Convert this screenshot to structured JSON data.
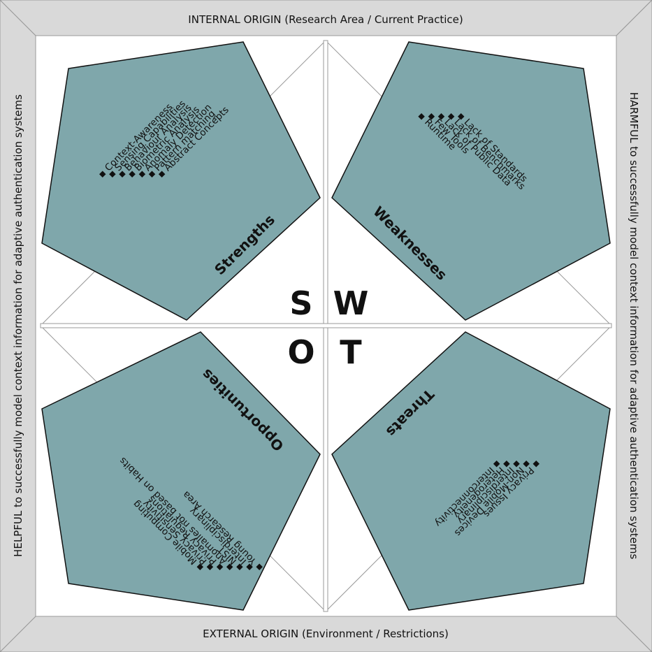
{
  "frame": {
    "top": "INTERNAL ORIGIN (Research Area / Current Practice)",
    "bottom": "EXTERNAL ORIGIN (Environment / Restrictions)",
    "left": "HELPFUL to successfully model context information for adaptive authentication systems",
    "right": "HARMFUL to successfully model context information for adaptive authentication systems"
  },
  "letters": {
    "s": "S",
    "w": "W",
    "o": "O",
    "t": "T"
  },
  "strengths": {
    "title": "Strengths",
    "items": [
      "Context-Awareness",
      "Sensing Capabilities",
      "Behaviour Analysis",
      "Biometric Analysis",
      "Anomaly Detection",
      "Pattern matching",
      "Abstract Concepts"
    ]
  },
  "weaknesses": {
    "title": "Weaknesses",
    "items": [
      "Lack of Standards",
      "Lack of Benchmarks",
      "Lack of Public Data",
      "Few Tools",
      "Runtime"
    ]
  },
  "opportunities": {
    "title": "Opportunities",
    "items": [
      "Mobile Computing",
      "Privacy Sensitivity",
      "Privacy Regulations",
      "Anomalies not based on Habits",
      "NIST",
      "Interdisciplinary",
      "Young Research Area"
    ]
  },
  "threats": {
    "title": "Threats",
    "items": [
      "Privacy Issues",
      "Non-Mobile Devices",
      "Interdisciplinary",
      "Heterogeneity",
      "Interconnectivity"
    ]
  },
  "colors": {
    "pentagon_fill": "#7fa7ab",
    "frame_fill": "#d9d9d9",
    "outline": "#111111",
    "guide_line": "#999999"
  }
}
